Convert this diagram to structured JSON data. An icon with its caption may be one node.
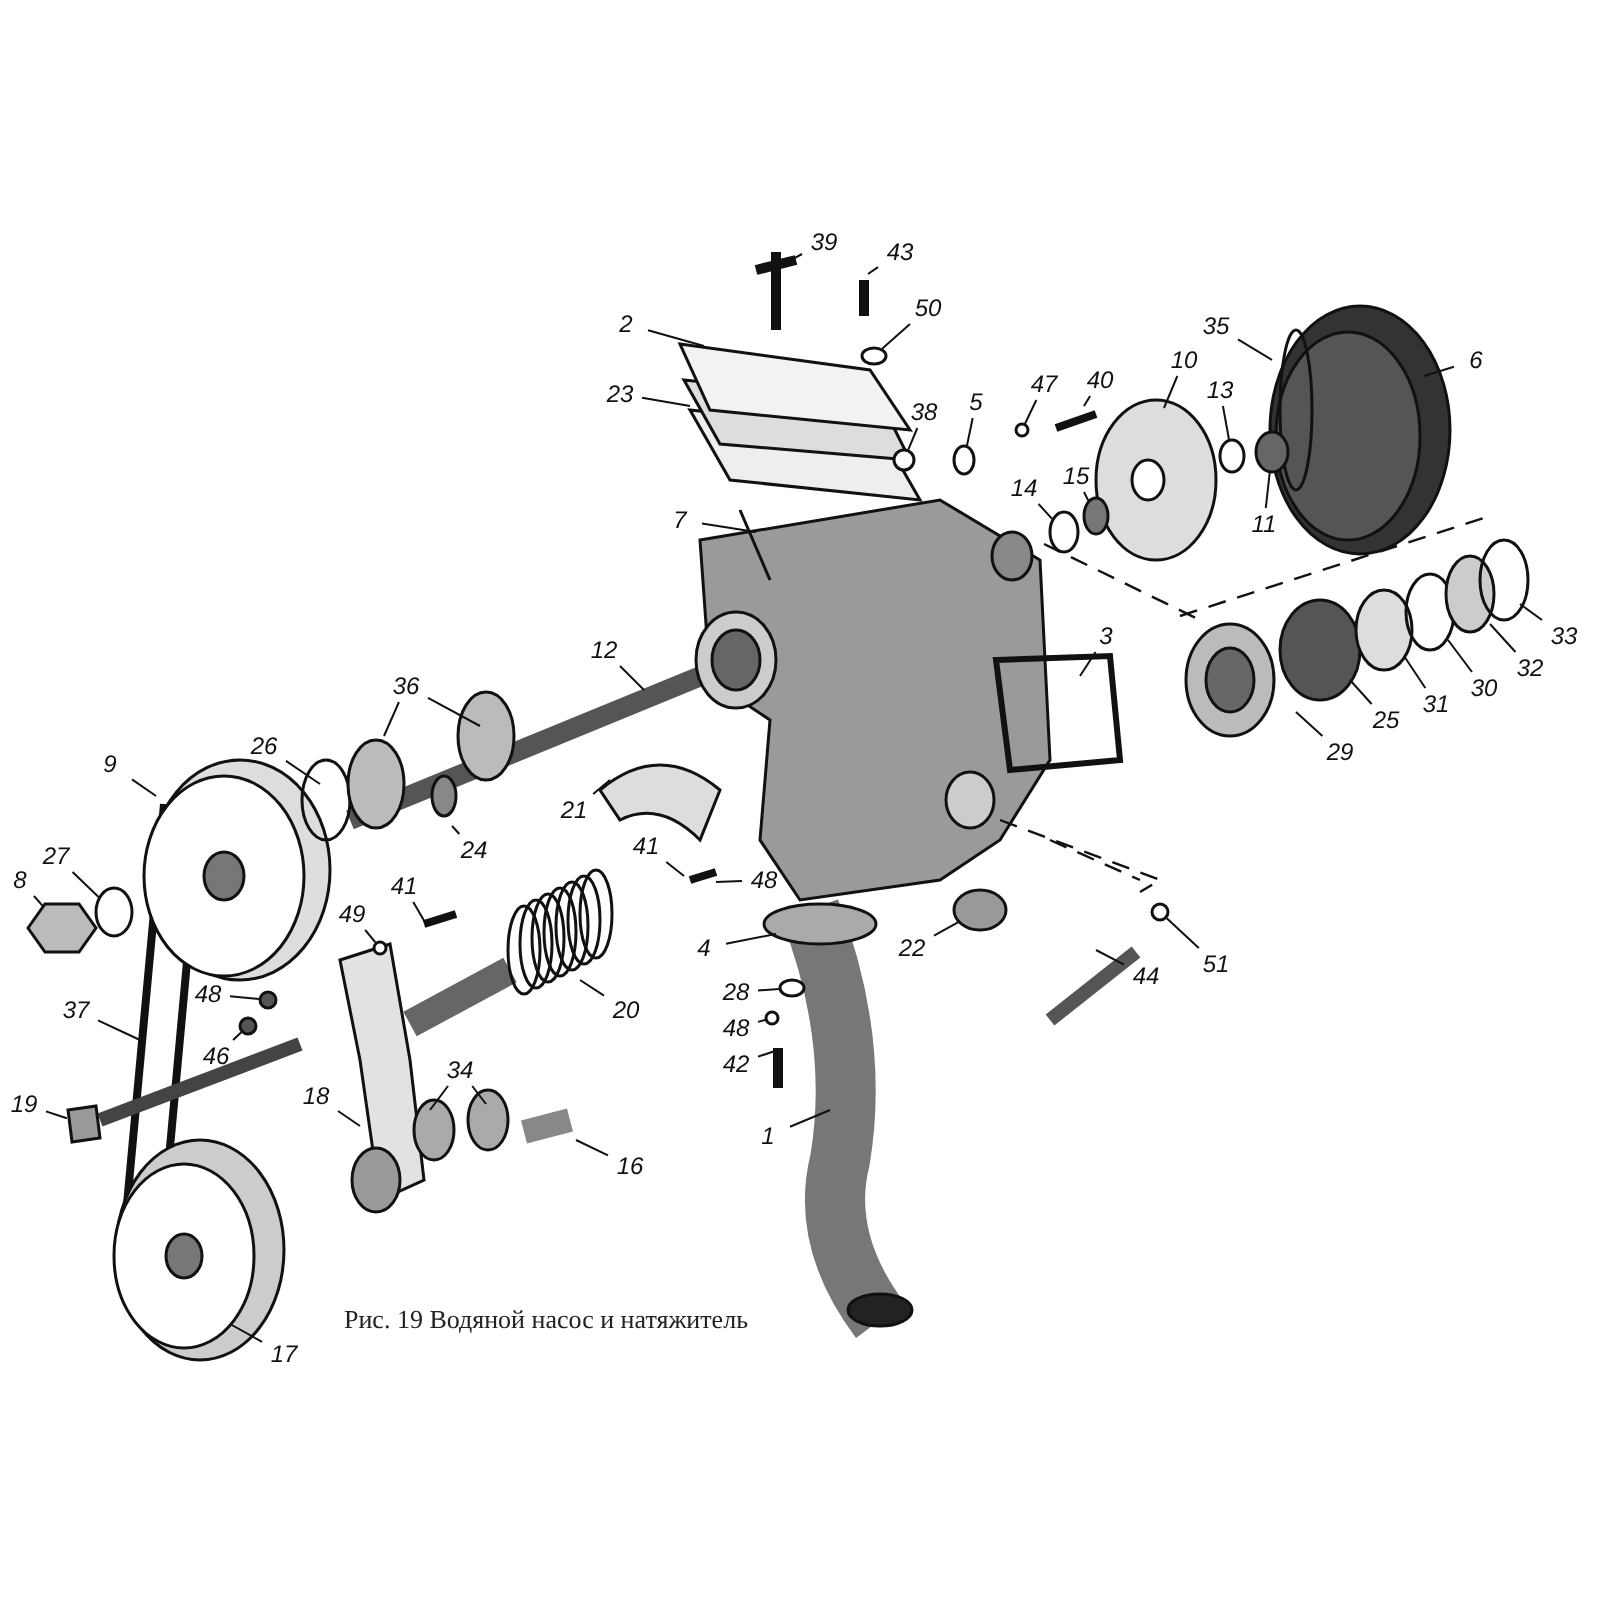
{
  "diagram": {
    "caption": "Рис. 19 Водяной насос и натяжитель",
    "nodes": [
      {
        "text": [
          "39"
        ]
      },
      {
        "text": [
          "43"
        ]
      },
      {
        "text": [
          "50"
        ]
      },
      {
        "text": [
          "2"
        ]
      },
      {
        "text": [
          "35"
        ]
      },
      {
        "text": [
          "6"
        ]
      },
      {
        "text": [
          "10"
        ]
      },
      {
        "text": [
          "47"
        ]
      },
      {
        "text": [
          "40"
        ]
      },
      {
        "text": [
          "13"
        ]
      },
      {
        "text": [
          "23"
        ]
      },
      {
        "text": [
          "5"
        ]
      },
      {
        "text": [
          "38"
        ]
      },
      {
        "text": [
          "15"
        ]
      },
      {
        "text": [
          "14"
        ]
      },
      {
        "text": [
          "7"
        ]
      },
      {
        "text": [
          "11"
        ]
      },
      {
        "text": [
          "33"
        ]
      },
      {
        "text": [
          "3"
        ]
      },
      {
        "text": [
          "12"
        ]
      },
      {
        "text": [
          "32"
        ]
      },
      {
        "text": [
          "30"
        ]
      },
      {
        "text": [
          "31"
        ]
      },
      {
        "text": [
          "36"
        ]
      },
      {
        "text": [
          "25"
        ]
      },
      {
        "text": [
          "29"
        ]
      },
      {
        "text": [
          "26"
        ]
      },
      {
        "text": [
          "9"
        ]
      },
      {
        "text": [
          "21"
        ]
      },
      {
        "text": [
          "41"
        ]
      },
      {
        "text": [
          "24"
        ]
      },
      {
        "text": [
          "27"
        ]
      },
      {
        "text": [
          "41"
        ]
      },
      {
        "text": [
          "8"
        ]
      },
      {
        "text": [
          "48"
        ]
      },
      {
        "text": [
          "49"
        ]
      },
      {
        "text": [
          "4"
        ]
      },
      {
        "text": [
          "22"
        ]
      },
      {
        "text": [
          "51"
        ]
      },
      {
        "text": [
          "44"
        ]
      },
      {
        "text": [
          "28"
        ]
      },
      {
        "text": [
          "48"
        ]
      },
      {
        "text": [
          "20"
        ]
      },
      {
        "text": [
          "37"
        ]
      },
      {
        "text": [
          "46"
        ]
      },
      {
        "text": [
          "48"
        ]
      },
      {
        "text": [
          "42"
        ]
      },
      {
        "text": [
          "34"
        ]
      },
      {
        "text": [
          "18"
        ]
      },
      {
        "text": [
          "19"
        ]
      },
      {
        "text": [
          "1"
        ]
      },
      {
        "text": [
          "16"
        ]
      },
      {
        "text": [
          "17"
        ]
      },
      {
        "text": [],
        "shape": "circle"
      },
      {
        "text": [],
        "shape": "circle"
      },
      {
        "text": [],
        "shape": "circle"
      },
      {
        "text": [],
        "shape": "circle"
      },
      {
        "text": [],
        "shape": "circle"
      },
      {
        "text": [],
        "shape": "circle"
      },
      {
        "text": [],
        "shape": "circle"
      },
      {
        "text": [],
        "shape": "circle"
      },
      {
        "text": [],
        "shape": "circle"
      },
      {
        "text": [],
        "shape": "hexagon"
      },
      {
        "text": [],
        "shape": "circle"
      },
      {
        "text": [],
        "shape": "circle"
      },
      {
        "text": [],
        "shape": "circle"
      },
      {
        "text": [],
        "shape": "circle"
      },
      {
        "text": [],
        "shape": "circle"
      },
      {
        "text": [],
        "shape": "circle"
      },
      {
        "text": [],
        "shape": "box"
      },
      {
        "text": [],
        "shape": "circle"
      }
    ],
    "edges": [
      {
        "from": 0,
        "to": null,
        "arrow": "none"
      },
      {
        "from": 1,
        "to": null,
        "arrow": "none"
      },
      {
        "from": 2,
        "to": 53,
        "arrow": "none"
      },
      {
        "from": 3,
        "to": null,
        "arrow": "none"
      },
      {
        "from": 4,
        "to": null,
        "arrow": "none"
      },
      {
        "from": 5,
        "to": null,
        "arrow": "none"
      },
      {
        "from": 6,
        "to": null,
        "arrow": "none"
      },
      {
        "from": 7,
        "to": 54,
        "arrow": "none"
      },
      {
        "from": 8,
        "to": null,
        "arrow": "none"
      },
      {
        "from": 9,
        "to": 55,
        "arrow": "none"
      },
      {
        "from": 10,
        "to": null,
        "arrow": "none"
      },
      {
        "from": 11,
        "to": 56,
        "arrow": "none"
      },
      {
        "from": 12,
        "to": 57,
        "arrow": "none"
      },
      {
        "from": 13,
        "to": 58,
        "arrow": "none"
      },
      {
        "from": 14,
        "to": 59,
        "arrow": "none"
      },
      {
        "from": 15,
        "to": null,
        "arrow": "none"
      },
      {
        "from": 16,
        "to": 60,
        "arrow": "none"
      },
      {
        "from": 17,
        "to": null,
        "arrow": "none"
      },
      {
        "from": 18,
        "to": null,
        "arrow": "none"
      },
      {
        "from": 19,
        "to": null,
        "arrow": "none"
      },
      {
        "from": 20,
        "to": null,
        "arrow": "none"
      },
      {
        "from": 21,
        "to": null,
        "arrow": "none"
      },
      {
        "from": 22,
        "to": null,
        "arrow": "none"
      },
      {
        "from": 23,
        "to": null,
        "arrow": "none"
      },
      {
        "from": 23,
        "to": null,
        "arrow": "none"
      },
      {
        "from": 24,
        "to": null,
        "arrow": "none"
      },
      {
        "from": 25,
        "to": null,
        "arrow": "none"
      },
      {
        "from": 26,
        "to": null,
        "arrow": "none"
      },
      {
        "from": 27,
        "to": null,
        "arrow": "none"
      },
      {
        "from": 28,
        "to": null,
        "arrow": "none"
      },
      {
        "from": 29,
        "to": null,
        "arrow": "none"
      },
      {
        "from": 30,
        "to": null,
        "arrow": "none"
      },
      {
        "from": 31,
        "to": 61,
        "arrow": "none"
      },
      {
        "from": 32,
        "to": null,
        "arrow": "none"
      },
      {
        "from": 33,
        "to": 62,
        "arrow": "none"
      },
      {
        "from": 34,
        "to": null,
        "arrow": "none"
      },
      {
        "from": 35,
        "to": 70,
        "arrow": "none"
      },
      {
        "from": 36,
        "to": null,
        "arrow": "none"
      },
      {
        "from": 37,
        "to": 63,
        "arrow": "none"
      },
      {
        "from": 38,
        "to": 64,
        "arrow": "none"
      },
      {
        "from": 39,
        "to": null,
        "arrow": "none"
      },
      {
        "from": 40,
        "to": 65,
        "arrow": "none"
      },
      {
        "from": 41,
        "to": 66,
        "arrow": "none"
      },
      {
        "from": 42,
        "to": null,
        "arrow": "none"
      },
      {
        "from": 43,
        "to": null,
        "arrow": "none"
      },
      {
        "from": 44,
        "to": 67,
        "arrow": "none"
      },
      {
        "from": 45,
        "to": 68,
        "arrow": "none"
      },
      {
        "from": 46,
        "to": null,
        "arrow": "none"
      },
      {
        "from": 47,
        "to": null,
        "arrow": "none"
      },
      {
        "from": 47,
        "to": null,
        "arrow": "none"
      },
      {
        "from": 48,
        "to": null,
        "arrow": "none"
      },
      {
        "from": 49,
        "to": 69,
        "arrow": "none"
      },
      {
        "from": 50,
        "to": null,
        "arrow": "none"
      },
      {
        "from": 51,
        "to": null,
        "arrow": "none"
      },
      {
        "from": 52,
        "to": null,
        "arrow": "none"
      }
    ]
  }
}
